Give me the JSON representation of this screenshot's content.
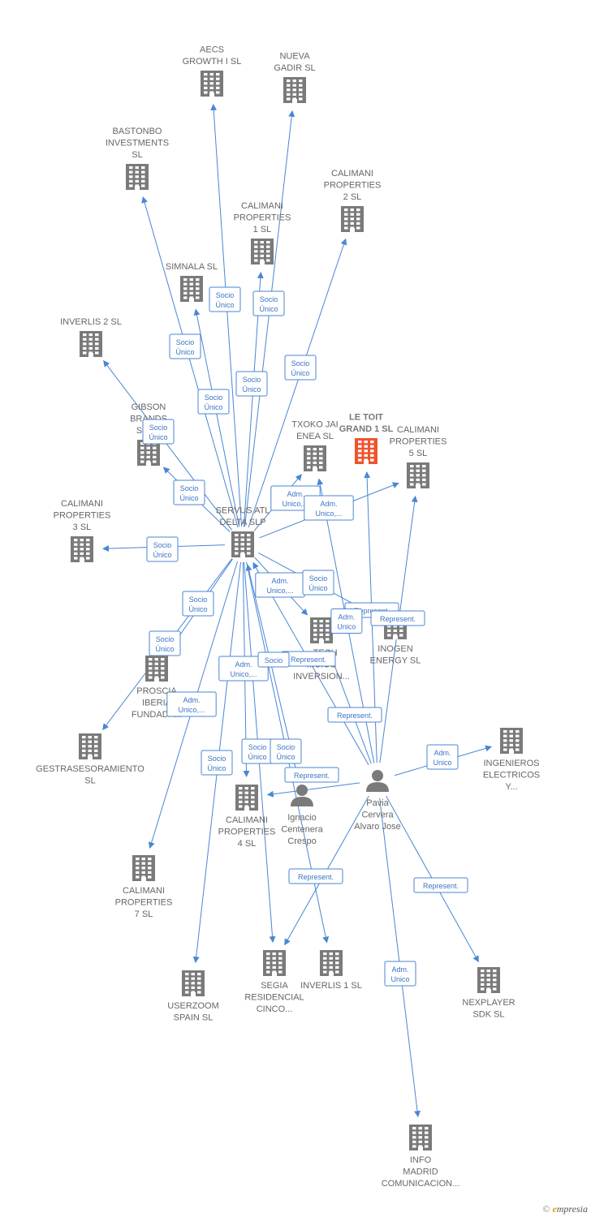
{
  "colors": {
    "edge": "#4a86d4",
    "building": "#7a7a7a",
    "building_main": "#f0532d",
    "person": "#7a7a7a"
  },
  "nodes": [
    {
      "id": "aecs",
      "type": "company",
      "lines": [
        "AECS",
        "GROWTH I  SL"
      ]
    },
    {
      "id": "nueva",
      "type": "company",
      "lines": [
        "NUEVA",
        "GADIR  SL"
      ]
    },
    {
      "id": "bastonbo",
      "type": "company",
      "lines": [
        "BASTONBO",
        "INVESTMENTS",
        "SL"
      ]
    },
    {
      "id": "cal2",
      "type": "company",
      "lines": [
        "CALIMANI",
        "PROPERTIES",
        "2  SL"
      ]
    },
    {
      "id": "cal1",
      "type": "company",
      "lines": [
        "CALIMANI",
        "PROPERTIES",
        "1  SL"
      ]
    },
    {
      "id": "simnala",
      "type": "company",
      "lines": [
        "SIMNALA  SL"
      ]
    },
    {
      "id": "inverlis2",
      "type": "company",
      "lines": [
        "INVERLIS 2  SL"
      ]
    },
    {
      "id": "gibson",
      "type": "company",
      "lines": [
        "GIBSON",
        "BRANDS",
        "SPA..."
      ]
    },
    {
      "id": "txoko",
      "type": "company",
      "lines": [
        "TXOKO JAI",
        "ENEA  SL"
      ]
    },
    {
      "id": "letoit",
      "type": "company_main",
      "lines": [
        "LE TOIT",
        "GRAND 1  SL"
      ]
    },
    {
      "id": "cal5",
      "type": "company",
      "lines": [
        "CALIMANI",
        "PROPERTIES",
        "5  SL"
      ]
    },
    {
      "id": "cal3",
      "type": "company",
      "lines": [
        "CALIMANI",
        "PROPERTIES",
        "3  SL"
      ]
    },
    {
      "id": "servus",
      "type": "company",
      "lines": [
        "SERVUS ATL",
        "DELTA  SLP"
      ]
    },
    {
      "id": "ltech",
      "type": "company",
      "lines": [
        "...TECH",
        "...CIOS",
        "INVERSION..."
      ]
    },
    {
      "id": "inogen",
      "type": "company",
      "lines": [
        "INOGEN",
        "ENERGY  SL"
      ]
    },
    {
      "id": "proscia",
      "type": "company",
      "lines": [
        "PROSCIA",
        "IBERIA",
        "FUNDADA..."
      ]
    },
    {
      "id": "gestra",
      "type": "company",
      "lines": [
        "GESTRASESORAMIENTO",
        "SL"
      ]
    },
    {
      "id": "ingenieros",
      "type": "company",
      "lines": [
        "INGENIEROS",
        "ELECTRICOS",
        "Y..."
      ]
    },
    {
      "id": "cal4",
      "type": "company",
      "lines": [
        "CALIMANI",
        "PROPERTIES",
        "4  SL"
      ]
    },
    {
      "id": "ignacio",
      "type": "person",
      "lines": [
        "Ignacio",
        "Centenera",
        "Crespo"
      ]
    },
    {
      "id": "pavia",
      "type": "person",
      "lines": [
        "Pavia",
        "Cervera",
        "Alvaro Jose"
      ]
    },
    {
      "id": "cal7",
      "type": "company",
      "lines": [
        "CALIMANI",
        "PROPERTIES",
        "7  SL"
      ]
    },
    {
      "id": "userzoom",
      "type": "company",
      "lines": [
        "USERZOOM",
        "SPAIN  SL"
      ]
    },
    {
      "id": "segia",
      "type": "company",
      "lines": [
        "SEGIA",
        "RESIDENCIAL",
        "CINCO..."
      ]
    },
    {
      "id": "inverlis1",
      "type": "company",
      "lines": [
        "INVERLIS 1  SL"
      ]
    },
    {
      "id": "nexplayer",
      "type": "company",
      "lines": [
        "NEXPLAYER",
        "SDK  SL"
      ]
    },
    {
      "id": "info",
      "type": "company",
      "lines": [
        "INFO",
        "MADRID",
        "COMUNICACION..."
      ]
    }
  ],
  "edges": [
    {
      "from": "servus",
      "to": "aecs",
      "label": [
        "Socio",
        "Único"
      ]
    },
    {
      "from": "servus",
      "to": "nueva",
      "label": [
        "Socio",
        "Único"
      ]
    },
    {
      "from": "servus",
      "to": "bastonbo",
      "label": [
        "Socio",
        "Único"
      ]
    },
    {
      "from": "servus",
      "to": "cal2",
      "label": [
        "Socio",
        "Único"
      ]
    },
    {
      "from": "servus",
      "to": "cal1",
      "label": [
        "Socio",
        "Único"
      ]
    },
    {
      "from": "servus",
      "to": "simnala",
      "label": [
        "Socio",
        "Único"
      ]
    },
    {
      "from": "servus",
      "to": "inverlis2",
      "label": [
        "Socio",
        "Único"
      ]
    },
    {
      "from": "servus",
      "to": "gibson",
      "label": [
        "Socio",
        "Único"
      ]
    },
    {
      "from": "servus",
      "to": "cal3",
      "label": [
        "Socio",
        "Único"
      ]
    },
    {
      "from": "servus",
      "to": "txoko",
      "label": [
        "Adm.",
        "Unico,..."
      ]
    },
    {
      "from": "servus",
      "to": "cal5",
      "label": [
        "Adm.",
        "Unico,..."
      ]
    },
    {
      "from": "servus",
      "to": "gestra",
      "label": [
        "Socio",
        "Único"
      ]
    },
    {
      "from": "servus",
      "to": "proscia",
      "label": [
        "Socio",
        "Único"
      ]
    },
    {
      "from": "servus",
      "to": "cal7",
      "label": [
        "Adm.",
        "Unico,..."
      ]
    },
    {
      "from": "servus",
      "to": "cal4",
      "label": [
        "Adm.",
        "Unico,..."
      ]
    },
    {
      "from": "servus",
      "to": "userzoom",
      "label": [
        "Socio",
        "Único"
      ]
    },
    {
      "from": "servus",
      "to": "segia",
      "label": [
        "Socio",
        "Único"
      ]
    },
    {
      "from": "servus",
      "to": "inverlis1",
      "label": [
        "Socio",
        "Único"
      ]
    },
    {
      "from": "servus",
      "to": "ltech",
      "label": [
        "Adm.",
        "Unico,..."
      ]
    },
    {
      "from": "servus",
      "to": "inogen",
      "label": [
        "Socio",
        "Único"
      ]
    },
    {
      "from": "pavia",
      "to": "servus",
      "label": [
        "Represent."
      ]
    },
    {
      "from": "pavia",
      "to": "letoit",
      "label": [
        "Represent."
      ]
    },
    {
      "from": "pavia",
      "to": "cal5",
      "label": [
        "Represent."
      ]
    },
    {
      "from": "pavia",
      "to": "ltech",
      "label": [
        "Represent."
      ]
    },
    {
      "from": "pavia",
      "to": "txoko",
      "label": [
        "Adm.",
        "Unico"
      ]
    },
    {
      "from": "pavia",
      "to": "cal4",
      "label": [
        "Represent."
      ]
    },
    {
      "from": "pavia",
      "to": "ingenieros",
      "label": [
        "Adm.",
        "Unico"
      ]
    },
    {
      "from": "pavia",
      "to": "segia",
      "label": [
        "Represent."
      ]
    },
    {
      "from": "pavia",
      "to": "nexplayer",
      "label": [
        "Represent."
      ]
    },
    {
      "from": "pavia",
      "to": "info",
      "label": [
        "Adm.",
        "Unico"
      ]
    },
    {
      "from": "ignacio",
      "to": "servus",
      "label": [
        "Socio"
      ]
    }
  ],
  "footer": {
    "copyright": "©",
    "brand_first": "e",
    "brand_rest": "mpresia"
  }
}
